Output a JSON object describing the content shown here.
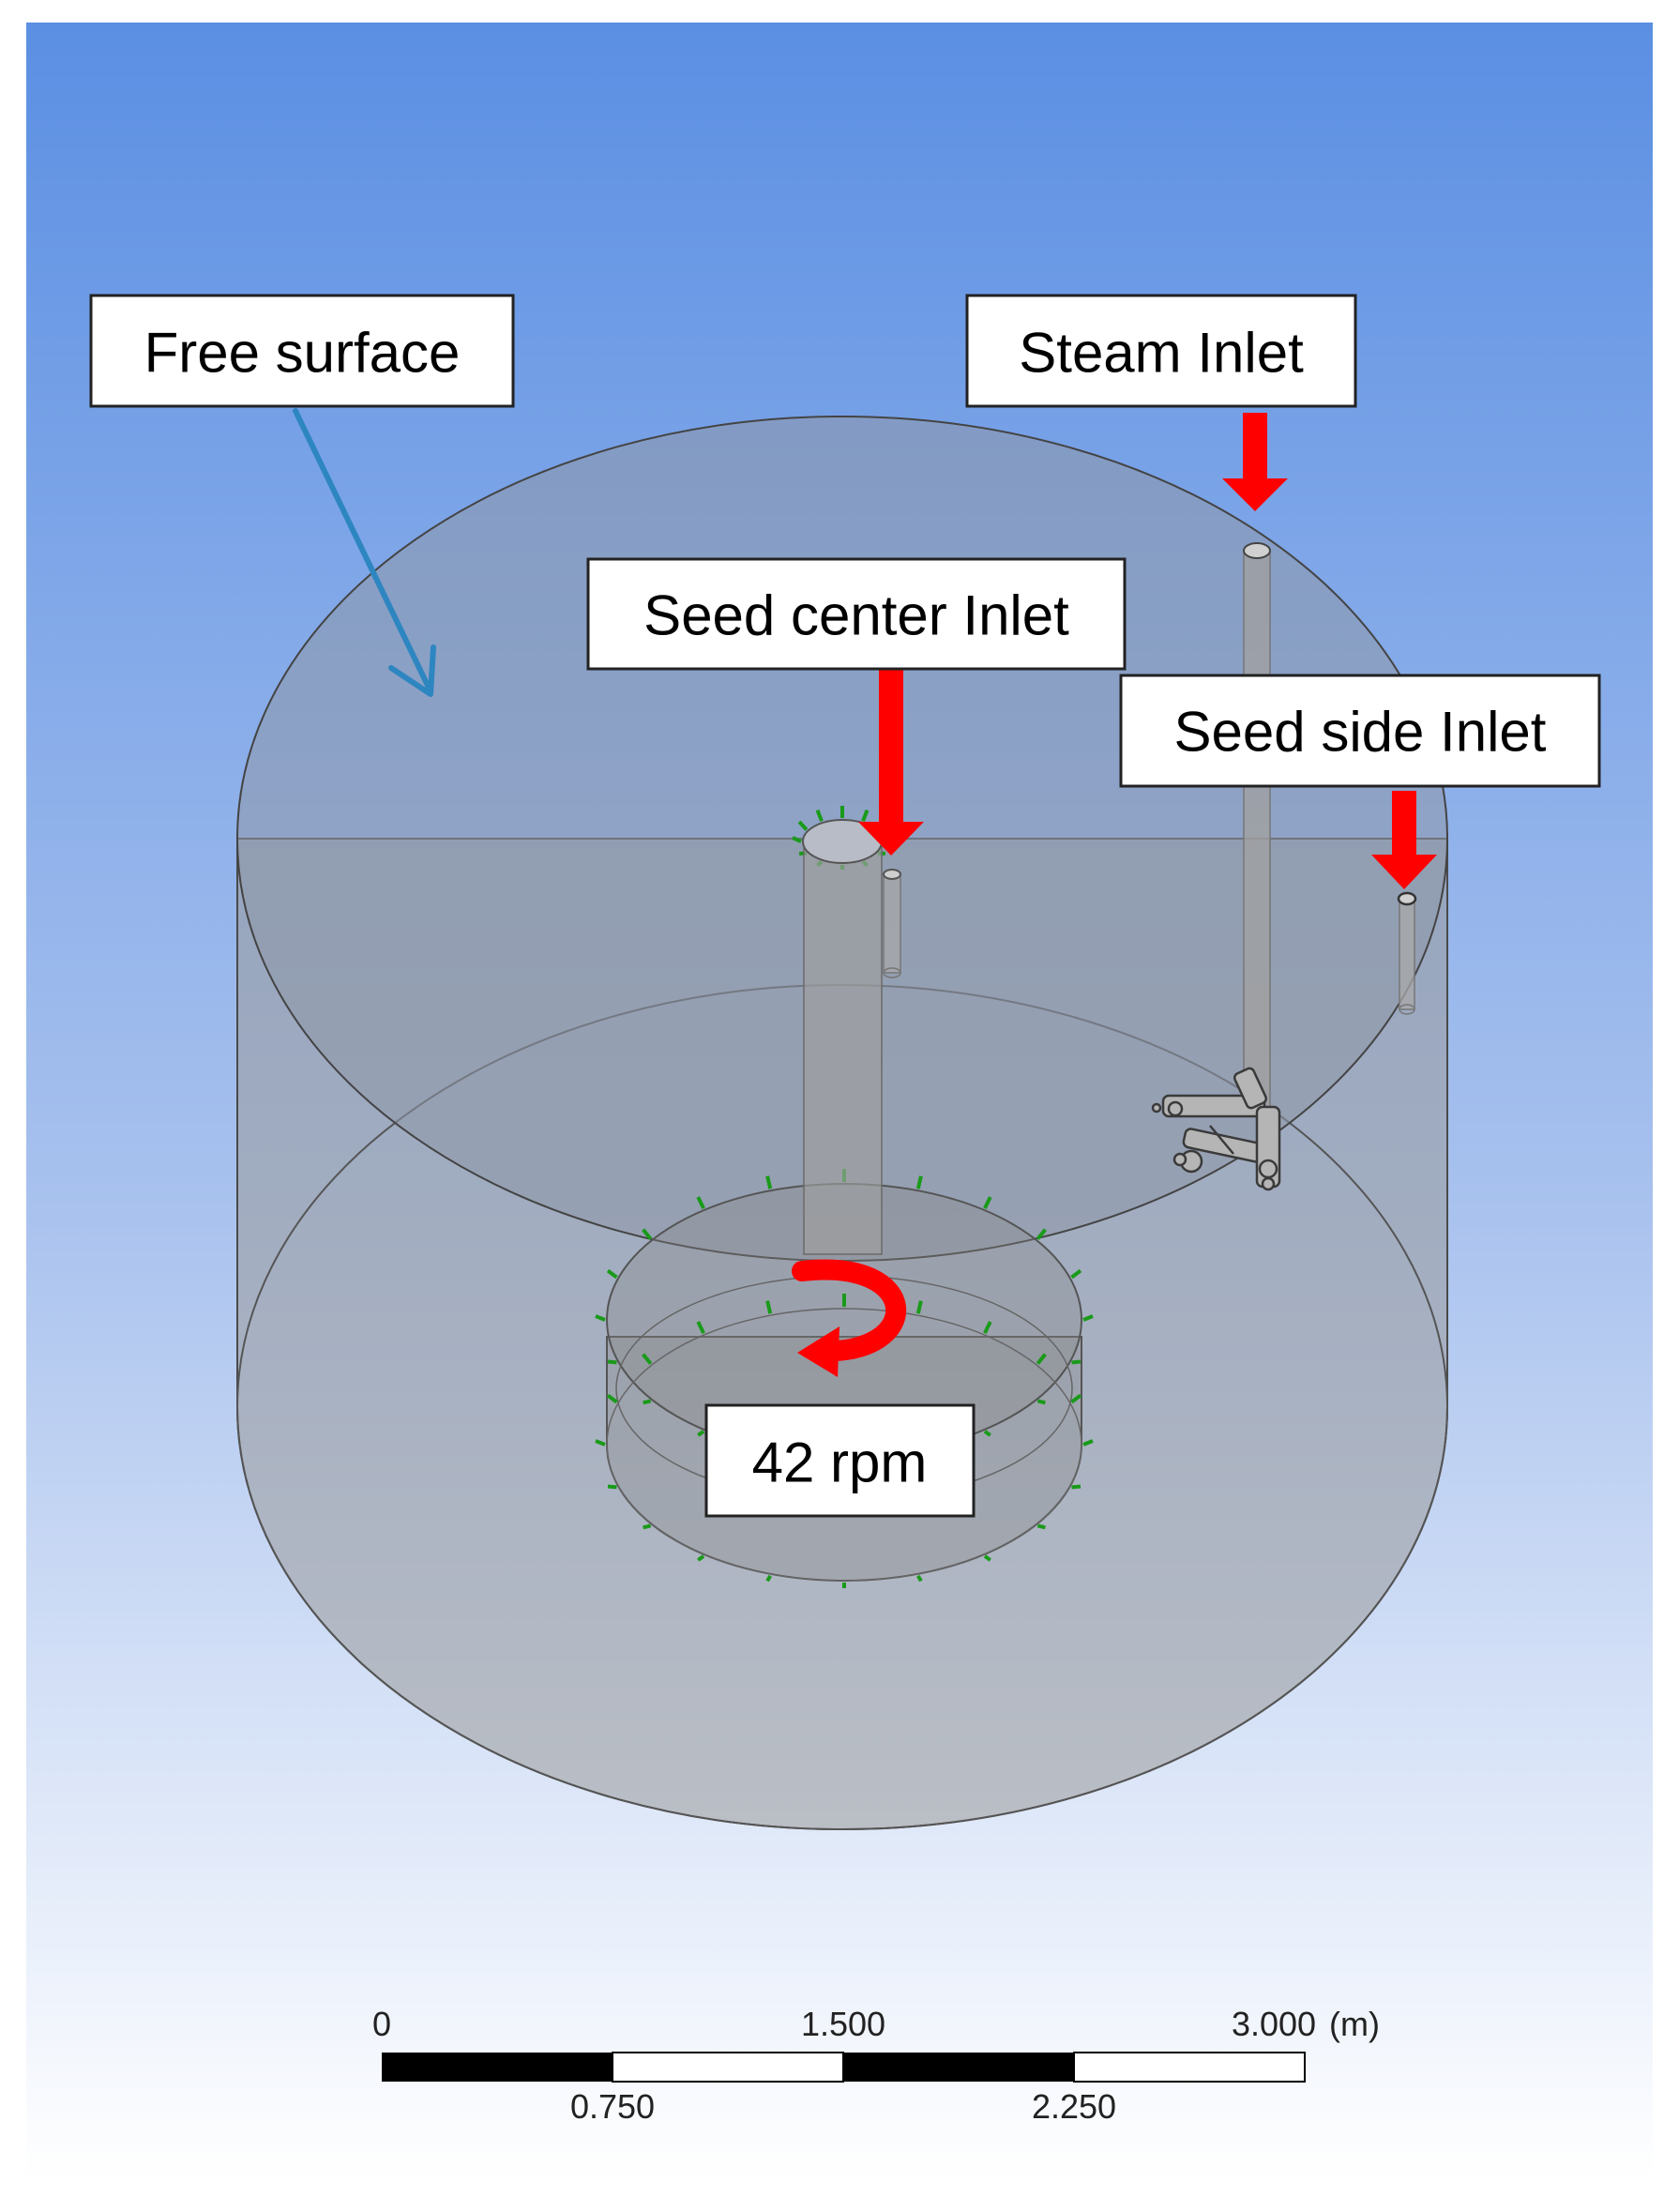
{
  "labels": {
    "free_surface": "Free surface",
    "steam_inlet": "Steam Inlet",
    "seed_center_inlet": "Seed center Inlet",
    "seed_side_inlet": "Seed side Inlet",
    "rotation_speed": "42 rpm"
  },
  "scale_bar": {
    "top_ticks": [
      "0",
      "1.500",
      "3.000"
    ],
    "unit": "(m)",
    "bottom_ticks": [
      "0.750",
      "2.250"
    ]
  },
  "colors": {
    "background_top": "#5b8fe3",
    "background_bottom": "#ffffff",
    "arrow_red": "#ff0000",
    "arrow_blue": "#2e86c1",
    "tank_fill": "#9a9a9a",
    "marker_green": "#1a9a1a"
  }
}
